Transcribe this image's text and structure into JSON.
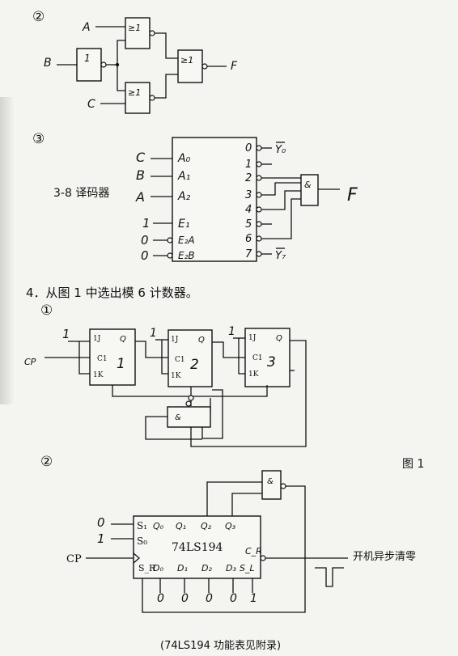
{
  "p2_gate": {
    "num": "②",
    "in_a": "A",
    "in_b": "B",
    "in_c": "C",
    "out": "F",
    "not_sym": "1",
    "or_sym": "≥1"
  },
  "p3_dec": {
    "num": "③",
    "title": "3-8 译码器",
    "ext_c": "C",
    "ext_b": "B",
    "ext_a": "A",
    "ext_e1": "1",
    "ext_e2a": "0",
    "ext_e2b": "0",
    "pin_a0": "A₀",
    "pin_a1": "A₁",
    "pin_a2": "A₂",
    "pin_e1": "E₁",
    "pin_e2a": "E₂A",
    "pin_e2b": "E₂B",
    "out0": "0",
    "out1": "1",
    "out2": "2",
    "out3": "3",
    "out4": "4",
    "out5": "5",
    "out6": "6",
    "out7": "7",
    "y0": "Y₀",
    "y7": "Y₇",
    "and_sym": "&",
    "out": "F"
  },
  "q4": {
    "heading": "4．从图 1 中选出模 6 计数器。",
    "c1_num": "①",
    "c2_num": "②",
    "fig_label": "图 1",
    "cp_label": "CP",
    "ff_in_one": "1",
    "ff_j": "1J",
    "ff_k": "1K",
    "ff_c": "C1",
    "ff_q": "Q",
    "ff1": "1",
    "ff2": "2",
    "ff3": "3",
    "and_sym": "&",
    "chip": "74LS194",
    "pin_s1": "S₁",
    "pin_s0": "S₀",
    "pin_sr": "S_R",
    "pin_sl": "S_L",
    "pin_cr": "C_R",
    "q0": "Q₀",
    "q1": "Q₁",
    "q2": "Q₂",
    "q3": "Q₃",
    "d0": "D₀",
    "d1": "D₁",
    "d2": "D₂",
    "d3": "D₃",
    "s1_val": "0",
    "s0_val": "1",
    "dv0": "0",
    "dv1": "0",
    "dv2": "0",
    "dv3": "0",
    "dv4": "1",
    "cp2": "CP",
    "clear_label": "开机异步清零",
    "note": "(74LS194 功能表见附录)"
  }
}
